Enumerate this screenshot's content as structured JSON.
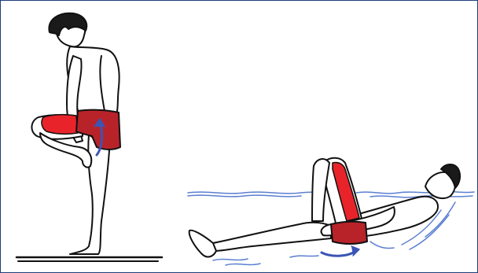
{
  "figure": {
    "panels": [
      {
        "id": "standing",
        "description_icon": "standing-quad-stretch-figure"
      },
      {
        "id": "water",
        "description_icon": "floating-hip-stretch-figure"
      }
    ],
    "colors": {
      "border": "#1d3f7a",
      "muscle_highlight": "#e8242a",
      "shorts": "#b8232a",
      "arrow": "#3b55b5",
      "water": "#5b7fd0",
      "outline": "#111111"
    }
  }
}
